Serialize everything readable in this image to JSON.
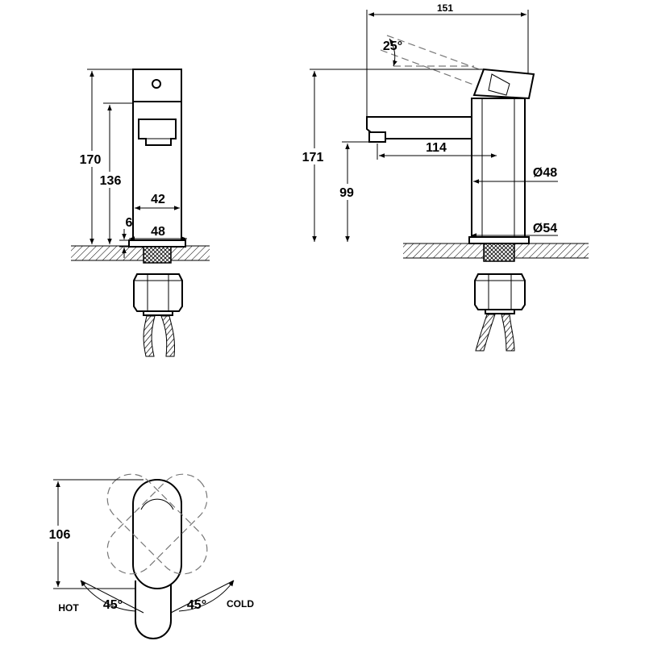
{
  "side_view": {
    "dims": {
      "overall_height": "170",
      "spout_height": "136",
      "body_width": "42",
      "base_width": "48",
      "base_thickness": "6"
    }
  },
  "front_view": {
    "dims": {
      "overall_length": "151",
      "lever_angle": "25°",
      "overall_height": "171",
      "spout_clearance": "99",
      "spout_reach": "114",
      "body_diameter": "Ø48",
      "base_diameter": "Ø54"
    }
  },
  "top_view": {
    "dims": {
      "depth": "106",
      "hot_angle": "45°",
      "cold_angle": "45°"
    },
    "labels": {
      "hot": "HOT",
      "cold": "COLD"
    }
  }
}
